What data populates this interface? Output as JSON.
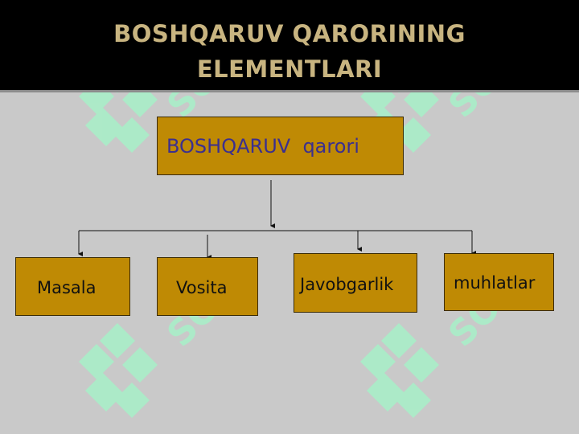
{
  "slide": {
    "title_line1": "BOSHQARUV QARORINING",
    "title_line2": "ELEMENTLARI"
  },
  "diagram": {
    "root": "BOSHQARUV  qarori",
    "children": [
      "Masala",
      "Vosita",
      "Javobgarlik",
      "muhlatlar"
    ]
  },
  "watermark": {
    "text": "SOFT",
    "color": "#a8f0c8"
  },
  "colors": {
    "box_fill": "#bf8a04",
    "root_text": "#3b2f8f",
    "title_text": "#c8b480"
  }
}
